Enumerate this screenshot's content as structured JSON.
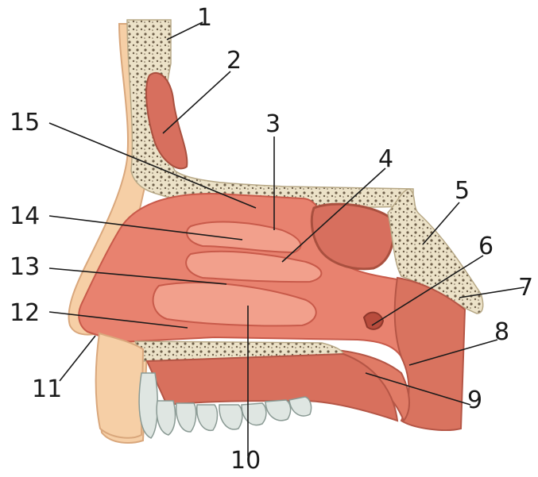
{
  "labels": {
    "l1": "1",
    "l2": "2",
    "l3": "3",
    "l4": "4",
    "l5": "5",
    "l6": "6",
    "l7": "7",
    "l8": "8",
    "l9": "9",
    "l10": "10",
    "l11": "11",
    "l12": "12",
    "l13": "13",
    "l14": "14",
    "l15": "15"
  },
  "colors": {
    "mucosa": "#e8826f",
    "mucosa_dark": "#c85a4a",
    "mucosa_light": "#f2a08c",
    "skin": "#f6cfa6",
    "bone": "#ece2c8",
    "bone_pore": "#6e5f4a",
    "sinus": "#d76f5e",
    "tooth": "#dfe6e2",
    "leader": "#1a1a1a"
  }
}
